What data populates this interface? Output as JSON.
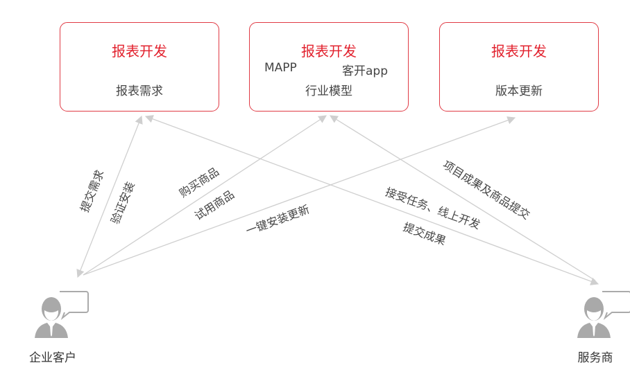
{
  "boxes": [
    {
      "title": "报表开发",
      "lines": [
        "报表需求"
      ]
    },
    {
      "title": "报表开发",
      "lines": [
        "MAPP",
        "客开app",
        "行业模型"
      ]
    },
    {
      "title": "报表开发",
      "lines": [
        "版本更新"
      ]
    }
  ],
  "edges": {
    "submit_requirement": "提交需求",
    "verify_install": "验证安装",
    "buy_product": "购买商品",
    "trial_product": "试用商品",
    "one_click_update": "一键安装更新",
    "accept_task": "接受任务、线上开发",
    "submit_result": "提交成果",
    "project_result": "项目成果及商品提交"
  },
  "actors": {
    "customer": "企业客户",
    "provider": "服务商"
  },
  "colors": {
    "accent": "#e2222e",
    "line": "#cccccc"
  }
}
